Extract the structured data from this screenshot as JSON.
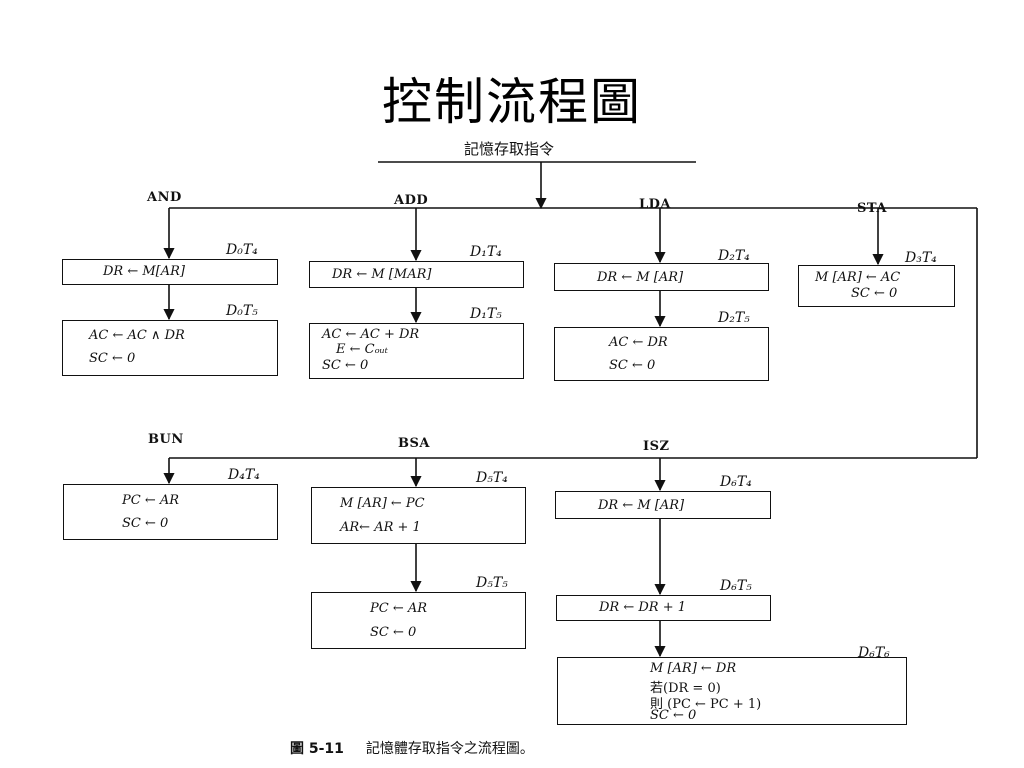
{
  "slide": {
    "title": "控制流程圖"
  },
  "flow": {
    "top_label": "記憶存取指令",
    "caption_fig": "圖 5-11",
    "caption_text": "記憶體存取指令之流程圖。",
    "branches": {
      "and": "AND",
      "add": "ADD",
      "lda": "LDA",
      "sta": "STA",
      "bun": "BUN",
      "bsa": "BSA",
      "isz": "ISZ"
    },
    "timings": {
      "d0t4": "D₀T₄",
      "d0t5": "D₀T₅",
      "d1t4": "D₁T₄",
      "d1t5": "D₁T₅",
      "d2t4": "D₂T₄",
      "d2t5": "D₂T₅",
      "d3t4": "D₃T₄",
      "d4t4": "D₄T₄",
      "d5t4": "D₅T₄",
      "d5t5": "D₅T₅",
      "d6t4": "D₆T₄",
      "d6t5": "D₆T₅",
      "d6t6": "D₆T₆"
    },
    "ops": {
      "and1": "DR ← M[AR]",
      "and2a": "AC ← AC ∧ DR",
      "and2b": "SC ← 0",
      "add1": "DR ← M [MAR]",
      "add2a": "AC ← AC + DR",
      "add2b": "E ← Cₒᵤₜ",
      "add2c": "SC ← 0",
      "lda1": "DR ← M [AR]",
      "lda2a": "AC ← DR",
      "lda2b": "SC ← 0",
      "sta1a": "M [AR] ← AC",
      "sta1b": "SC ← 0",
      "bun1a": "PC ← AR",
      "bun1b": "SC ← 0",
      "bsa1a": "M [AR] ← PC",
      "bsa1b": "AR← AR + 1",
      "bsa2a": "PC ← AR",
      "bsa2b": "SC ← 0",
      "isz1": "DR ← M [AR]",
      "isz2": "DR ← DR + 1",
      "isz3a": "M [AR] ← DR",
      "isz3b": "若(DR = 0)",
      "isz3c": "則 (PC ← PC + 1)",
      "isz3d": "SC ← 0"
    }
  }
}
